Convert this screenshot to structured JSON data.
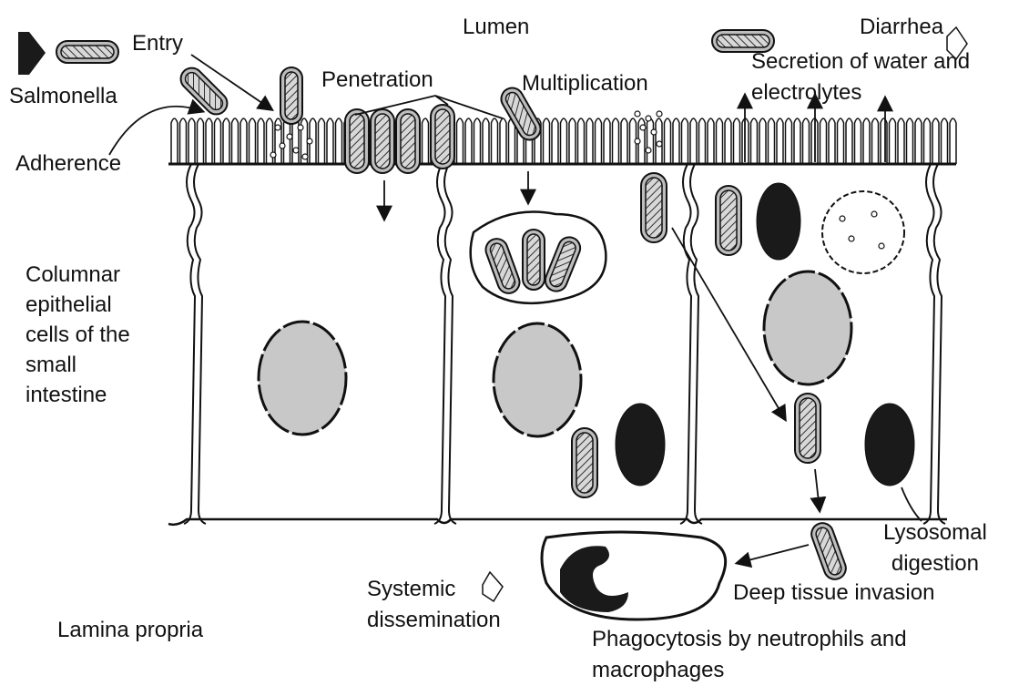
{
  "labels": {
    "lumen": "Lumen",
    "diarrhea": "Diarrhea",
    "secretion": "Secretion of water and",
    "electrolytes": "electrolytes",
    "entry": "Entry",
    "salmonella": "Salmonella",
    "penetration": "Penetration",
    "multiplication": "Multiplication",
    "adherence": "Adherence",
    "columnar": "Columnar\nepithelial\ncells of the\nsmall\nintestine",
    "lysosomal": "Lysosomal\ndigestion",
    "deep_tissue": "Deep tissue invasion",
    "systemic": "Systemic\ndissemination",
    "phagocytosis": "Phagocytosis by neutrophils and\nmacrophages",
    "lamina": "Lamina propria"
  },
  "colors": {
    "stroke": "#111111",
    "nucleus": "#c8c8c8",
    "bacterium": "#bdbdbd",
    "dark": "#1a1a1a"
  }
}
